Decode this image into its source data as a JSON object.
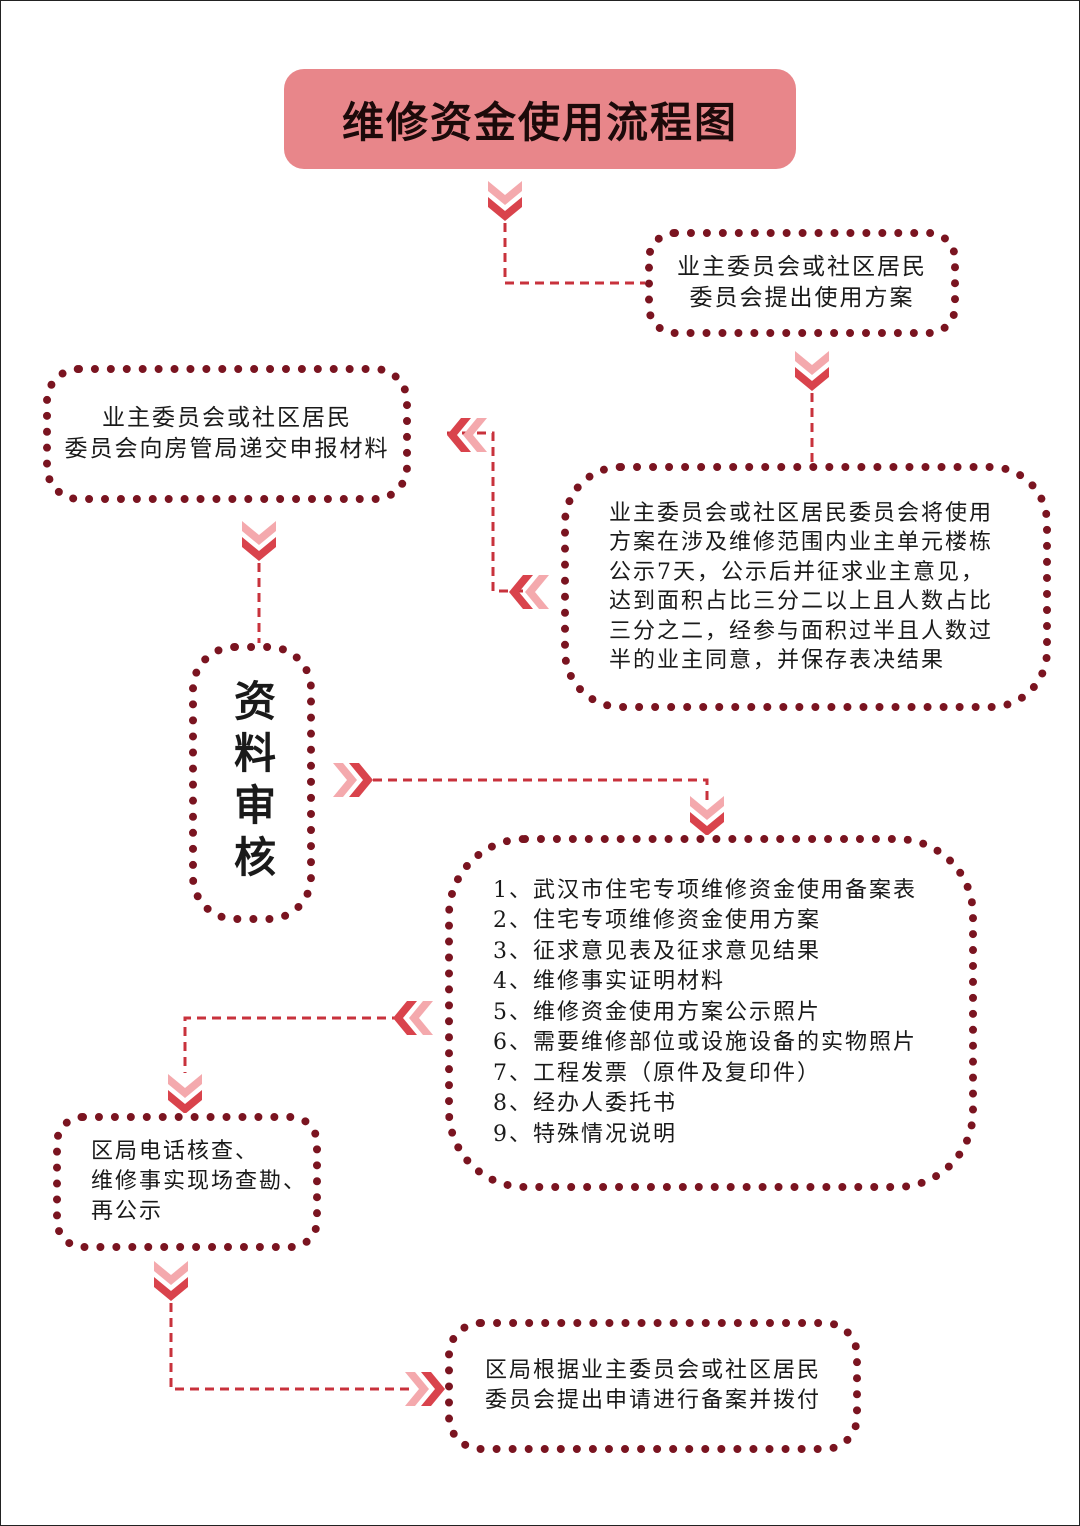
{
  "title": "维修资金使用流程图",
  "nodes": {
    "propose": {
      "lines": [
        "业主委员会或社区居民",
        "委员会提出使用方案"
      ]
    },
    "submit": {
      "lines": [
        "业主委员会或社区居民",
        "委员会向房管局递交申报材料"
      ]
    },
    "publicize": {
      "lines": [
        "业主委员会或社区居民委员会将使用",
        "方案在涉及维修范围内业主单元楼栋",
        "公示7天，公示后并征求业主意见，",
        "达到面积占比三分二以上且人数占比",
        "三分之二，经参与面积过半且人数过",
        "半的业主同意，并保存表决结果"
      ]
    },
    "review": {
      "text": "资料审核"
    },
    "materials": {
      "lines": [
        "1、武汉市住宅专项维修资金使用备案表",
        "2、住宅专项维修资金使用方案",
        "3、征求意见表及征求意见结果",
        "4、维修事实证明材料",
        "5、维修资金使用方案公示照片",
        "6、需要维修部位或设施设备的实物照片",
        "7、工程发票（原件及复印件）",
        "8、经办人委托书",
        "9、特殊情况说明"
      ]
    },
    "verify": {
      "lines": [
        "区局电话核查、",
        "维修事实现场查勘、",
        "再公示"
      ]
    },
    "disburse": {
      "lines": [
        "区局根据业主委员会或社区居民",
        "委员会提出申请进行备案并拨付"
      ]
    }
  },
  "colors": {
    "title_bg": "#e8868a",
    "border": "#7a1420",
    "connector": "#c8323c",
    "arrow_dark": "#d9434c",
    "arrow_light": "#f4a9ad"
  }
}
